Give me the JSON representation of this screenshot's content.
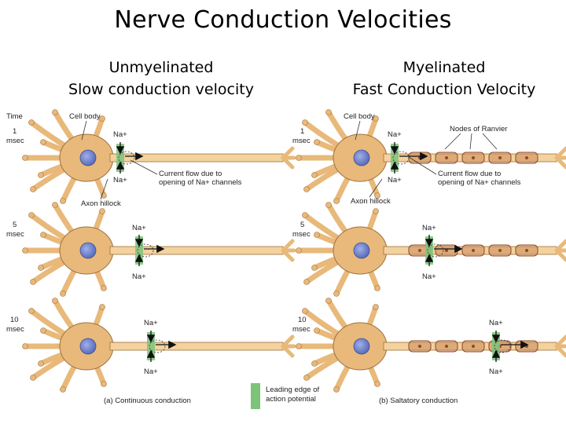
{
  "title": "Nerve Conduction Velocities",
  "left_heading": {
    "line1": "Unmyelinated",
    "line2": "Slow conduction velocity"
  },
  "right_heading": {
    "line1": "Myelinated",
    "line2": "Fast Conduction Velocity"
  },
  "figure": {
    "time_label": "Time",
    "time_rows": [
      {
        "value": "1",
        "unit": "msec"
      },
      {
        "value": "5",
        "unit": "msec"
      },
      {
        "value": "10",
        "unit": "msec"
      }
    ],
    "cell_body": "Cell body",
    "na_plus": "Na+",
    "current_flow_line1": "Current flow due to",
    "current_flow_line2": "opening of Na+ channels",
    "axon_hillock": "Axon hillock",
    "nodes_of_ranvier": "Nodes of Ranvier",
    "legend_line1": "Leading edge of",
    "legend_line2": "action potential",
    "caption_a": "(a) Continuous conduction",
    "caption_b": "(b) Saltatory conduction",
    "colors": {
      "neuron_fill": "#e8b97a",
      "neuron_stroke": "#a0703a",
      "nucleus": "#6c7fc6",
      "axon_fill": "#f3d29e",
      "myelin_fill": "#c98a5a",
      "myelin_stroke": "#8e4a2a",
      "leading_edge": "#7bc47a"
    }
  }
}
